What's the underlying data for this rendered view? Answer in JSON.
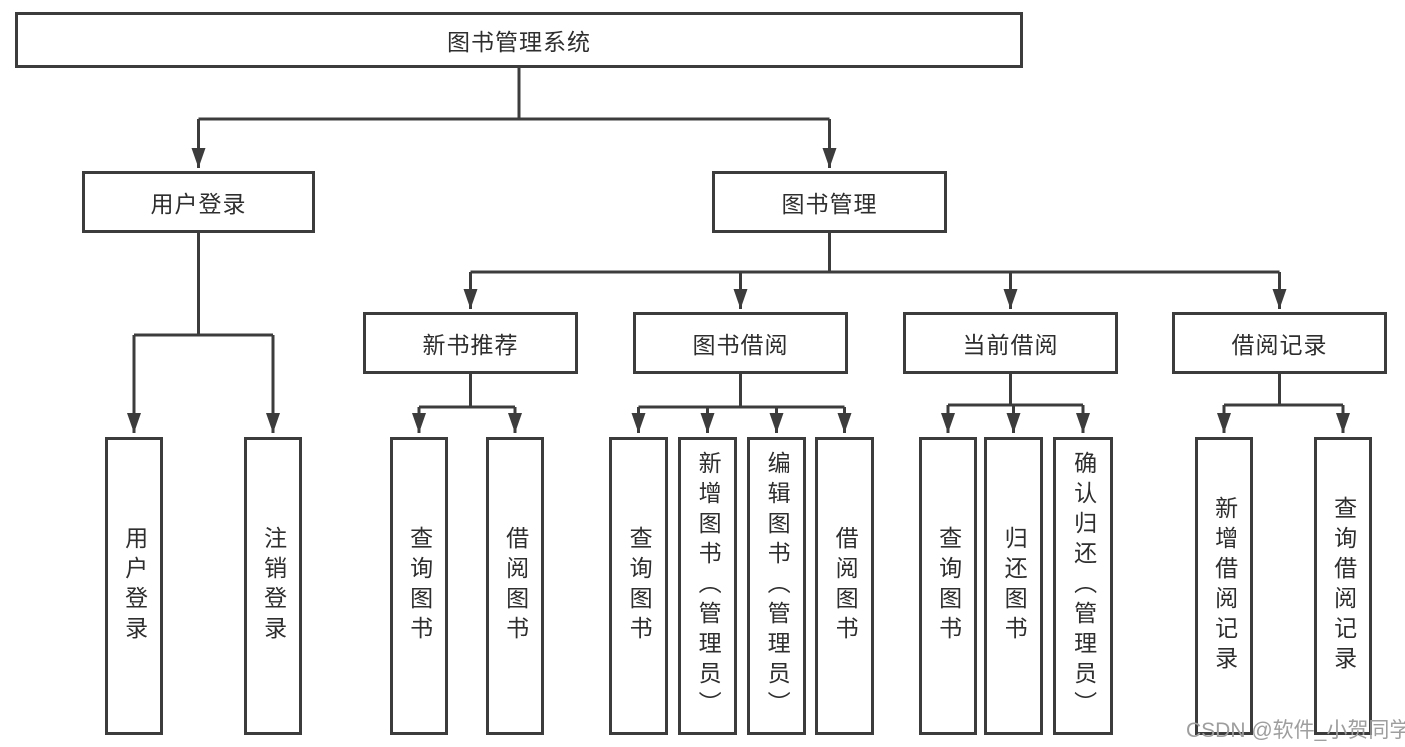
{
  "diagram": {
    "colors": {
      "line": "#3c3c3c",
      "box_border": "#3c3c3c",
      "box_background": "#ffffff",
      "text": "#2e2e2e",
      "watermark": "#9e9e9e"
    },
    "root": {
      "label": "图书管理系统"
    },
    "children": [
      {
        "label": "用户登录",
        "children": [
          {
            "label": "用户登录"
          },
          {
            "label": "注销登录"
          }
        ]
      },
      {
        "label": "图书管理",
        "children": [
          {
            "label": "新书推荐",
            "children": [
              {
                "label": "查询图书"
              },
              {
                "label": "借阅图书"
              }
            ]
          },
          {
            "label": "图书借阅",
            "children": [
              {
                "label": "查询图书"
              },
              {
                "label": "新增图书（管理员）"
              },
              {
                "label": "编辑图书（管理员）"
              },
              {
                "label": "借阅图书"
              }
            ]
          },
          {
            "label": "当前借阅",
            "children": [
              {
                "label": "查询图书"
              },
              {
                "label": "归还图书"
              },
              {
                "label": "确认归还（管理员）"
              }
            ]
          },
          {
            "label": "借阅记录",
            "children": [
              {
                "label": "新增借阅记录"
              },
              {
                "label": "查询借阅记录"
              }
            ]
          }
        ]
      }
    ]
  },
  "watermark": {
    "text": "CSDN @软件_小贺同学"
  }
}
